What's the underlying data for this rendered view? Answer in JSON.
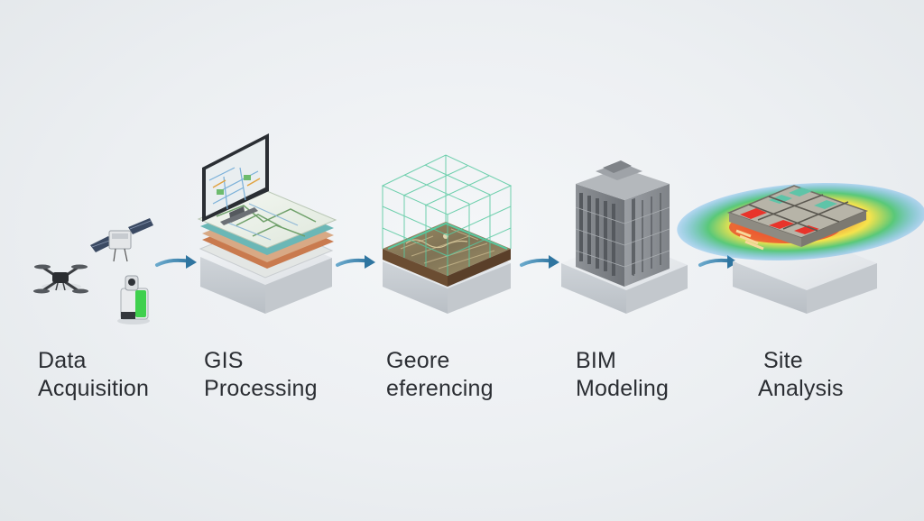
{
  "steps": [
    {
      "line1": "Data",
      "line2": "Acquisition",
      "icon": "drone-satellite-scanner-icon"
    },
    {
      "line1": "GIS",
      "line2": "Processing",
      "icon": "monitor-map-layers-icon"
    },
    {
      "line1": "Geore",
      "line2": "eferencing",
      "icon": "terrain-grid-icon"
    },
    {
      "line1": "BIM",
      "line2": "Modeling",
      "icon": "building-model-icon"
    },
    {
      "line1": "Site",
      "line2": "Analysis",
      "icon": "heatmap-floorplan-icon"
    }
  ],
  "colors": {
    "arrow": "#3a7fa6",
    "text": "#2b2e33",
    "base": "#dfe2e5",
    "grid": "#57c9a0",
    "heat_hot": "#e8342b",
    "heat_warm": "#f7e23a",
    "heat_mid": "#49c46b",
    "heat_cool": "#3aa0e8"
  }
}
